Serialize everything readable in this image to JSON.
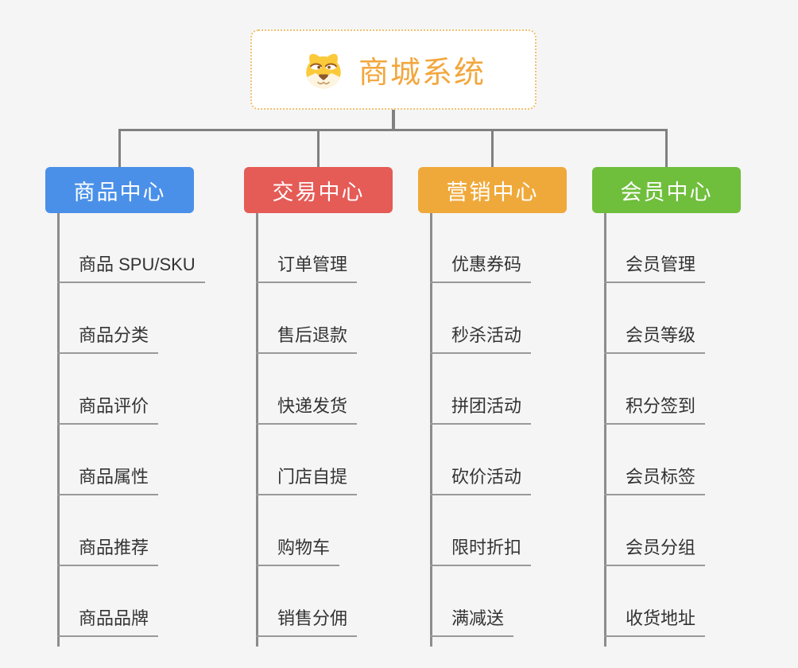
{
  "app": {
    "type": "mindmap",
    "background_color": "#f5f5f5"
  },
  "root": {
    "title": "商城系统",
    "icon": "dog-face-icon",
    "text_color": "#f2a73d",
    "border_color": "#f0c070",
    "fill_color": "#ffffff"
  },
  "branches": [
    {
      "label": "商品中心",
      "color": "#4a90e8",
      "children": [
        "商品 SPU/SKU",
        "商品分类",
        "商品评价",
        "商品属性",
        "商品推荐",
        "商品品牌"
      ]
    },
    {
      "label": "交易中心",
      "color": "#e55b56",
      "children": [
        "订单管理",
        "售后退款",
        "快递发货",
        "门店自提",
        "购物车",
        "销售分佣"
      ]
    },
    {
      "label": "营销中心",
      "color": "#efa93b",
      "children": [
        "优惠券码",
        "秒杀活动",
        "拼团活动",
        "砍价活动",
        "限时折扣",
        "满减送"
      ]
    },
    {
      "label": "会员中心",
      "color": "#6fbe3c",
      "children": [
        "会员管理",
        "会员等级",
        "积分签到",
        "会员标签",
        "会员分组",
        "收货地址"
      ]
    }
  ],
  "palette": {
    "connector_line": "#808080",
    "trunk_line": "#8c8c8c",
    "leaf_underline": "#999999",
    "leaf_text": "#333333",
    "branch_text": "#ffffff"
  }
}
